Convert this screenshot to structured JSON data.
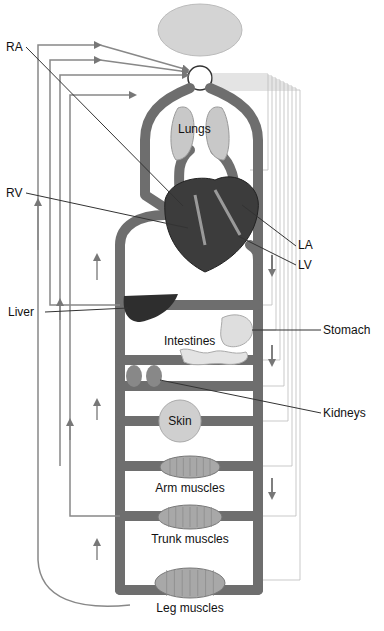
{
  "diagram": {
    "nodes": [
      {
        "text": [
          "Skin"
        ]
      },
      {
        "text": [
          "Arm muscles"
        ]
      },
      {
        "text": [
          "Trunk muscles"
        ]
      },
      {
        "text": [
          "Leg muscles"
        ]
      }
    ],
    "labels": [
      "RA",
      "Lungs",
      "RV",
      "LA",
      "LV",
      "Liver",
      "Intestines",
      "Stomach",
      "Kidneys"
    ]
  }
}
